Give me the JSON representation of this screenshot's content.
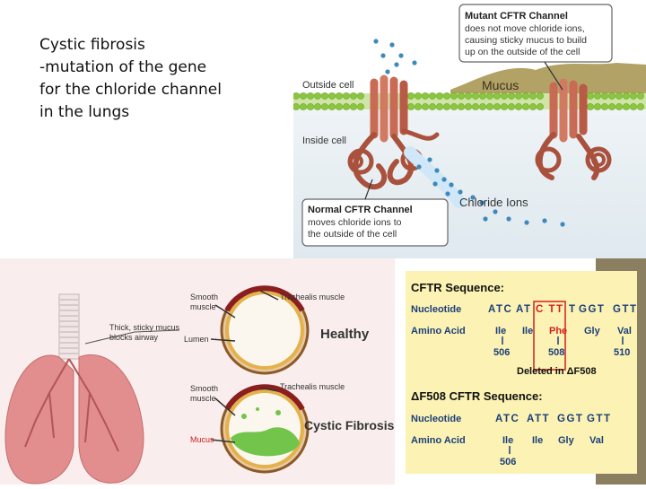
{
  "slide": {
    "title": "Cystic fibrosis",
    "body_lines": [
      "-mutation of the gene",
      "for the chloride channel",
      "in the lungs"
    ]
  },
  "cell_figure": {
    "mutant_title": "Mutant CFTR Channel",
    "mutant_lines": [
      "does not move chloride ions,",
      "causing sticky mucus to build",
      "up on the outside of the cell"
    ],
    "outside_cell": "Outside cell",
    "inside_cell": "Inside cell",
    "mucus": "Mucus",
    "chloride_ions": "Chloride Ions",
    "normal_title": "Normal CFTR Channel",
    "normal_lines": [
      "moves chloride ions to",
      "the outside of the cell"
    ]
  },
  "lung_figure": {
    "smooth_muscle_top": [
      "Smooth",
      "muscle"
    ],
    "tracheal_muscle_top": "Trachealis muscle",
    "thick_mucus": [
      "Thick, sticky mucus",
      "blocks airway"
    ],
    "lumen": "Lumen",
    "healthy": "Healthy",
    "smooth_muscle_bottom": [
      "Smooth",
      "muscle"
    ],
    "tracheal_muscle_bottom": "Trachealis muscle",
    "mucus": "Mucus",
    "cystic_fibrosis": "Cystic Fibrosis"
  },
  "sequence_figure": {
    "title": "CFTR Sequence:",
    "nucleotide_label": "Nucleotide",
    "nucleotides": [
      "ATC",
      "AT",
      "C TT",
      "T",
      "GGT",
      "GTT"
    ],
    "amino_label": "Amino Acid",
    "amino_acids": [
      "Ile",
      "Ile",
      "Phe",
      "Gly",
      "Val"
    ],
    "positions": [
      "506",
      "508",
      "510"
    ],
    "deleted_note": "Deleted in ΔF508",
    "mutant_title": "ΔF508 CFTR Sequence:",
    "mutant_nucleotide_label": "Nucleotide",
    "mutant_nucleotides": [
      "ATC",
      "ATT",
      "GGT",
      "GTT"
    ],
    "mutant_amino_label": "Amino Acid",
    "mutant_amino_acids": [
      "Ile",
      "Ile",
      "Gly",
      "Val"
    ],
    "mutant_position": "506"
  },
  "colors": {
    "highlight_box": "#d22020",
    "sequence_bg": "#fbf2b4",
    "mucus": "#b3a266",
    "membrane": "#8cc63f",
    "cell_inside": "#e6eef3",
    "channel": "#c86a54",
    "ion": "#3f89b9",
    "lung": "#e28e8e"
  }
}
